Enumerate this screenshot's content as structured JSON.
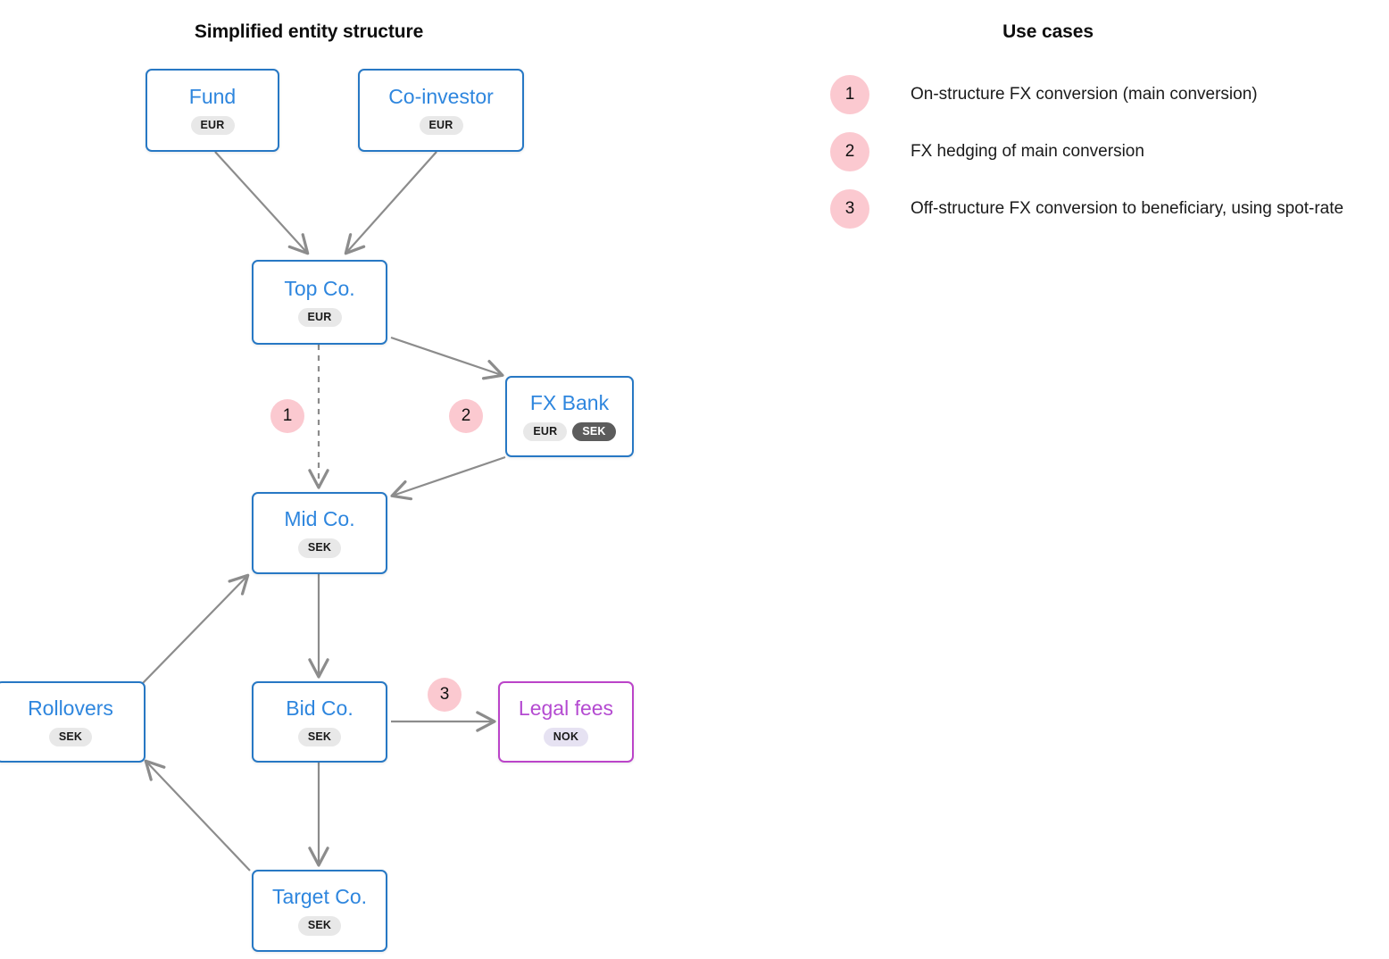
{
  "panels": {
    "structure_title": "Simplified entity structure",
    "usecases_title": "Use cases"
  },
  "colors": {
    "node_border_blue": "#2778c4",
    "node_label_blue": "#2e86de",
    "node_border_purple": "#bb44c9",
    "node_label_purple": "#b44ad1",
    "marker_pink": "#fbc9d0",
    "badge_light": "#e8e8e8",
    "badge_dark": "#5c5c5c",
    "badge_lilac": "#e6e2f2",
    "edge_gray": "#8c8c8c"
  },
  "nodes": [
    {
      "id": "fund",
      "label": "Fund",
      "currencies": [
        {
          "code": "EUR",
          "style": "light"
        }
      ]
    },
    {
      "id": "coinvestor",
      "label": "Co-investor",
      "currencies": [
        {
          "code": "EUR",
          "style": "light"
        }
      ]
    },
    {
      "id": "topco",
      "label": "Top Co.",
      "currencies": [
        {
          "code": "EUR",
          "style": "light"
        }
      ]
    },
    {
      "id": "fxbank",
      "label": "FX Bank",
      "currencies": [
        {
          "code": "EUR",
          "style": "light"
        },
        {
          "code": "SEK",
          "style": "dark"
        }
      ]
    },
    {
      "id": "midco",
      "label": "Mid Co.",
      "currencies": [
        {
          "code": "SEK",
          "style": "light"
        }
      ]
    },
    {
      "id": "rollovers",
      "label": "Rollovers",
      "currencies": [
        {
          "code": "SEK",
          "style": "light"
        }
      ]
    },
    {
      "id": "bidco",
      "label": "Bid Co.",
      "currencies": [
        {
          "code": "SEK",
          "style": "light"
        }
      ]
    },
    {
      "id": "legalfees",
      "label": "Legal fees",
      "currencies": [
        {
          "code": "NOK",
          "style": "lilac"
        }
      ]
    },
    {
      "id": "targetco",
      "label": "Target Co.",
      "currencies": [
        {
          "code": "SEK",
          "style": "light"
        }
      ]
    }
  ],
  "diagram_markers": [
    {
      "id": "m1",
      "label": "1"
    },
    {
      "id": "m2",
      "label": "2"
    },
    {
      "id": "m3",
      "label": "3"
    }
  ],
  "use_cases": [
    {
      "number": "1",
      "text": "On-structure FX conversion (main conversion)"
    },
    {
      "number": "2",
      "text": "FX hedging of main conversion"
    },
    {
      "number": "3",
      "text": "Off-structure FX conversion to beneficiary, using spot-rate"
    }
  ]
}
